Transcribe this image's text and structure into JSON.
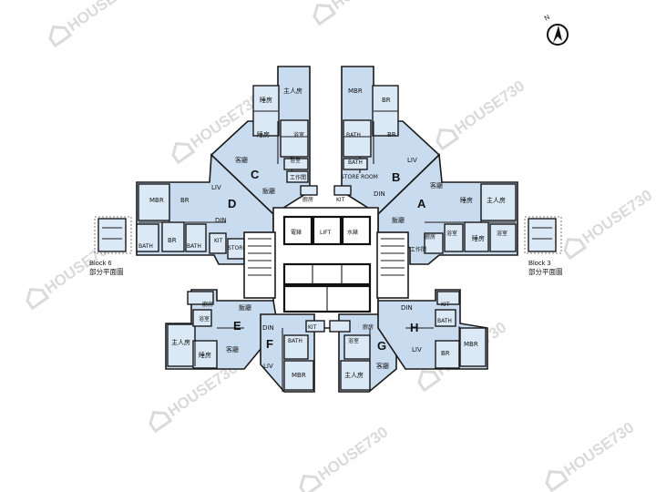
{
  "units": {
    "A": "A",
    "B": "B",
    "C": "C",
    "D": "D",
    "E": "E",
    "F": "F",
    "G": "G",
    "H": "H"
  },
  "rooms": {
    "mbr": "MBR",
    "br": "BR",
    "liv": "LIV",
    "din": "DIN",
    "kit": "KIT",
    "bath": "BATH",
    "store_room": "STORE ROOM",
    "master_bedroom_zh": "主人房",
    "bedroom_zh": "睡房",
    "living_zh": "客廳",
    "dining_zh": "飯廳",
    "kitchen_zh": "廚房",
    "bath_zh": "浴室",
    "utility_zh": "工作間"
  },
  "core": {
    "lift": "LIFT",
    "electric_room": "電錶",
    "water_room": "水錶"
  },
  "blocks": {
    "left": {
      "name": "Block 6",
      "caption": "部分平面圖"
    },
    "right": {
      "name": "Block 3",
      "caption": "部分平面圖"
    }
  },
  "compass": {
    "label": "N"
  },
  "watermark": {
    "text": "HOUSE730"
  },
  "colors": {
    "unit_fill": "#c9dcef",
    "line": "#1a1a1a",
    "watermark": "#d4d4d4"
  }
}
